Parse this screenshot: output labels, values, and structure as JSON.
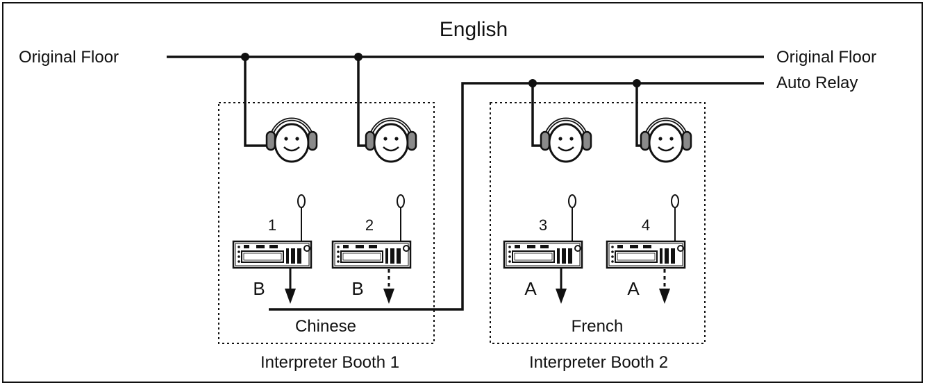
{
  "title": "English",
  "lines": {
    "original_floor_left": "Original Floor",
    "original_floor_right": "Original Floor",
    "auto_relay": "Auto Relay"
  },
  "booths": [
    {
      "name": "Interpreter Booth 1",
      "language": "Chinese",
      "units": [
        {
          "number": "1",
          "relay_channel": "B",
          "output": "active"
        },
        {
          "number": "2",
          "relay_channel": "B",
          "output": "inactive"
        }
      ]
    },
    {
      "name": "Interpreter Booth 2",
      "language": "French",
      "units": [
        {
          "number": "3",
          "relay_channel": "A",
          "output": "active"
        },
        {
          "number": "4",
          "relay_channel": "A",
          "output": "inactive"
        }
      ]
    }
  ],
  "icons": {
    "headset": "interpreter-headset-icon",
    "console": "interpreter-console-icon",
    "microphone": "gooseneck-microphone-icon",
    "arrow_active": "arrow-down-solid-icon",
    "arrow_inactive": "arrow-down-dashed-icon"
  },
  "colors": {
    "line": "#111111",
    "headset_pad": "#8a8a8a",
    "background": "#ffffff"
  }
}
